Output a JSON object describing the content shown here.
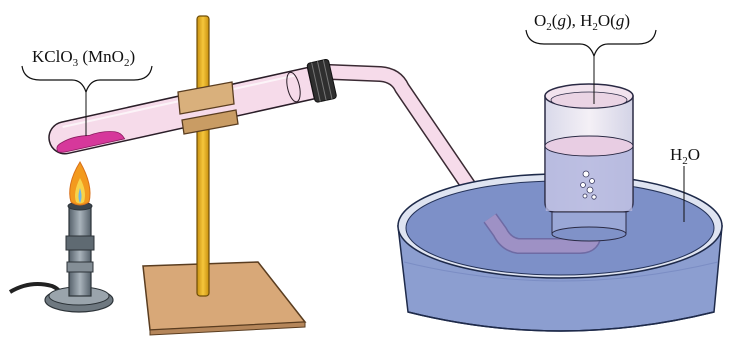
{
  "labels": {
    "reagent": {
      "main": "KClO",
      "sub1": "3",
      "mid": " (MnO",
      "sub2": "2",
      "end": ")"
    },
    "gases": {
      "o2": "O",
      "o2_sub": "2",
      "g1_open": "(",
      "g1": "g",
      "g1_close": "), H",
      "h2o_sub": "2",
      "h2o_o": "O(",
      "g2": "g",
      "g2_close": ")"
    },
    "water": {
      "h": "H",
      "sub": "2",
      "o": "O"
    }
  },
  "colors": {
    "water": "#8c9ed0",
    "water_dark": "#6f82bd",
    "tube_glass": "#f6dbea",
    "powder": "#d6389b",
    "stand_rod": "#f0b62a",
    "stand_base": "#d8a878",
    "clamp": "#d9b07c",
    "flame_outer": "#f39a1e",
    "flame_inner": "#f7d34a",
    "burner": "#7f8a93"
  }
}
